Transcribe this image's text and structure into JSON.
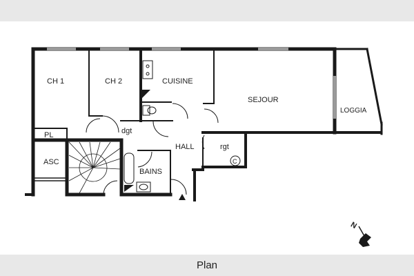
{
  "caption": "Plan",
  "rooms": {
    "ch1": "CH 1",
    "ch2": "CH 2",
    "cuisine": "CUISINE",
    "sejour": "SEJOUR",
    "loggia": "LOGGIA",
    "pl": "PL",
    "dgt": "dgt",
    "hall": "HALL",
    "rgt": "rgt",
    "asc": "ASC",
    "bains": "BAINS",
    "c": "C"
  },
  "compass": {
    "label": "N"
  },
  "colors": {
    "wall": "#1a1a1a",
    "window": "#9a9a9a",
    "bar": "#e8e8e8"
  }
}
